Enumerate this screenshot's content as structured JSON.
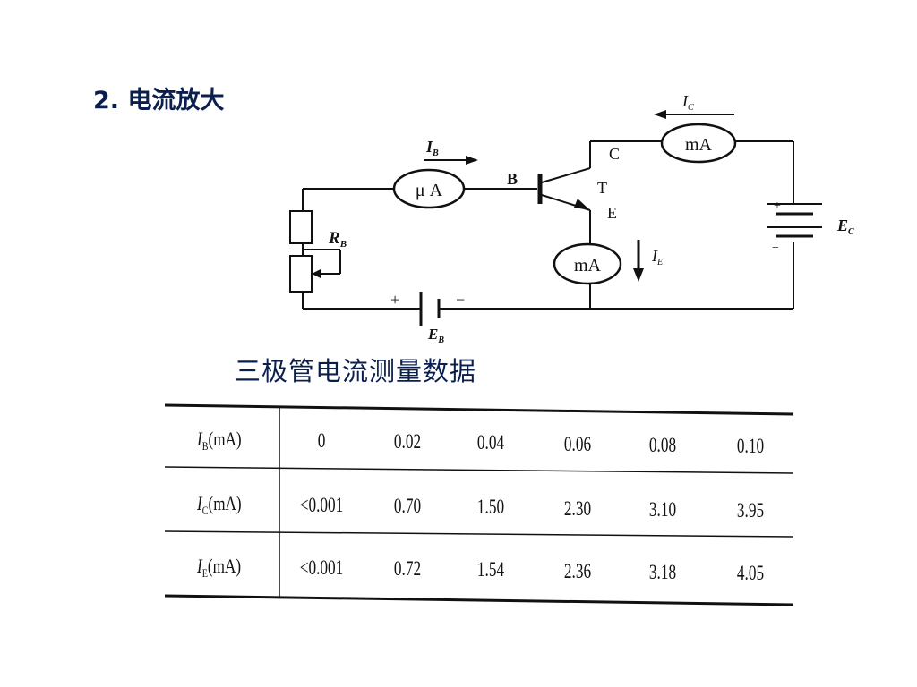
{
  "slide": {
    "title": "2. 电流放大"
  },
  "circuit": {
    "labels": {
      "ib": "I",
      "ib_sub": "B",
      "ic": "I",
      "ic_sub": "C",
      "ie": "I",
      "ie_sub": "E",
      "microammeter": "μ A",
      "milliammeter_c": "mA",
      "milliammeter_e": "mA",
      "base": "B",
      "collector": "C",
      "emitter": "E",
      "transistor": "T",
      "rb": "R",
      "rb_sub": "B",
      "eb": "E",
      "eb_sub": "B",
      "ec": "E",
      "ec_sub": "C",
      "plus_b": "+",
      "minus_b": "−",
      "plus_c": "+",
      "minus_c": "−"
    }
  },
  "table": {
    "caption": "三极管电流测量数据",
    "rows": [
      {
        "symbol": "I",
        "sub": "B",
        "unit": "(mA)",
        "values": [
          "0",
          "0.02",
          "0.04",
          "0.06",
          "0.08",
          "0.10"
        ]
      },
      {
        "symbol": "I",
        "sub": "C",
        "unit": "(mA)",
        "values": [
          "<0.001",
          "0.70",
          "1.50",
          "2.30",
          "3.10",
          "3.95"
        ]
      },
      {
        "symbol": "I",
        "sub": "E",
        "unit": "(mA)",
        "values": [
          "<0.001",
          "0.72",
          "1.54",
          "2.36",
          "3.18",
          "4.05"
        ]
      }
    ]
  }
}
